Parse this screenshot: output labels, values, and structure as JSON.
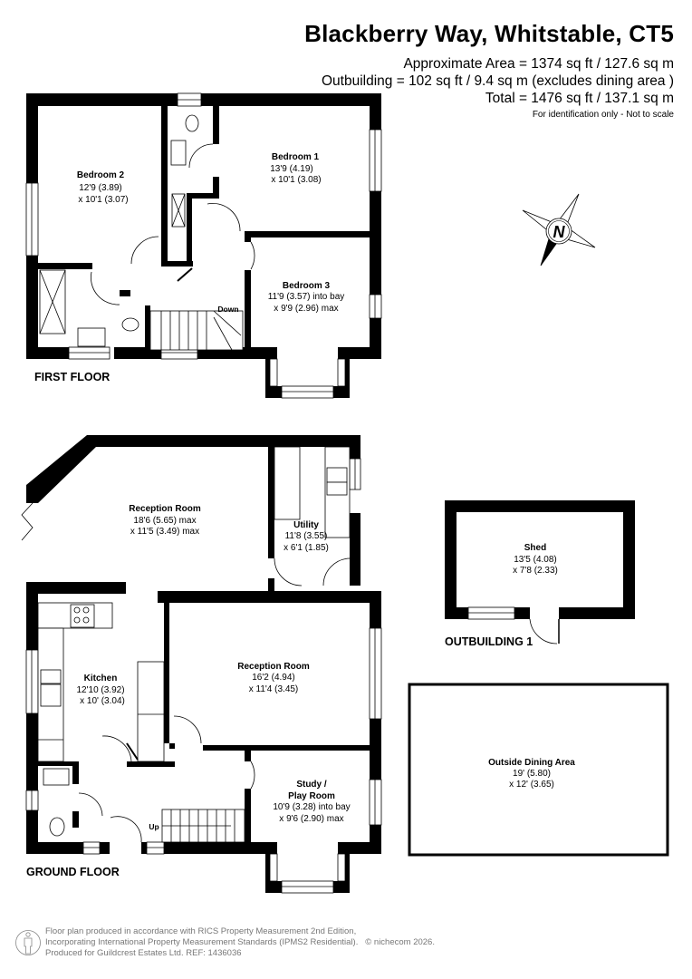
{
  "header": {
    "title": "Blackberry Way, Whitstable, CT5",
    "approx_area": "Approximate Area = 1374 sq ft / 127.6 sq m",
    "outbuilding_area": "Outbuilding = 102 sq ft / 9.4 sq m (excludes dining area )",
    "total_area": "Total = 1476 sq ft / 137.1 sq m",
    "note": "For identification only - Not to scale"
  },
  "compass": {
    "label": "N",
    "icon": "compass-icon"
  },
  "first_floor": {
    "label": "FIRST FLOOR",
    "stairs_label": "Down",
    "rooms": [
      {
        "name": "Bedroom 2",
        "dim1": "12'9 (3.89)",
        "dim2": "x 10'1 (3.07)"
      },
      {
        "name": "Bedroom 1",
        "dim1": "13'9 (4.19)",
        "dim2": "x 10'1 (3.08)"
      },
      {
        "name": "Bedroom 3",
        "dim1": "11'9 (3.57) into bay",
        "dim2": "x 9'9 (2.96) max"
      }
    ]
  },
  "ground_floor": {
    "label": "GROUND FLOOR",
    "stairs_label": "Up",
    "rooms": [
      {
        "name": "Reception Room",
        "dim1": "18'6 (5.65) max",
        "dim2": "x 11'5 (3.49) max"
      },
      {
        "name": "Utility",
        "dim1": "11'8 (3.55)",
        "dim2": "x 6'1 (1.85)"
      },
      {
        "name": "Kitchen",
        "dim1": "12'10 (3.92)",
        "dim2": "x 10' (3.04)"
      },
      {
        "name": "Reception Room",
        "dim1": "16'2 (4.94)",
        "dim2": "x 11'4 (3.45)"
      },
      {
        "name": "Study /",
        "name2": "Play Room",
        "dim1": "10'9 (3.28) into bay",
        "dim2": "x 9'6 (2.90) max"
      }
    ]
  },
  "outbuilding": {
    "label": "OUTBUILDING 1",
    "rooms": [
      {
        "name": "Shed",
        "dim1": "13'5 (4.08)",
        "dim2": "x 7'8 (2.33)"
      },
      {
        "name": "Outside Dining Area",
        "dim1": "19' (5.80)",
        "dim2": "x 12' (3.65)"
      }
    ]
  },
  "footer": {
    "line1": "Floor plan produced in accordance with RICS Property Measurement 2nd Edition,",
    "line2": "Incorporating International Property Measurement Standards (IPMS2 Residential).",
    "copyright": "© nichecom 2026.",
    "line3": "Produced for Guildcrest Estates Ltd.   REF:  1436036"
  }
}
